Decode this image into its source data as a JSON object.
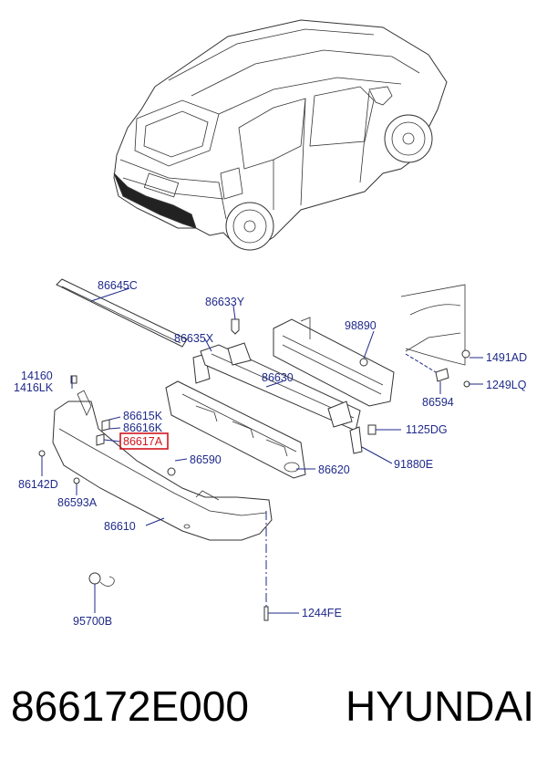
{
  "diagram": {
    "labels": [
      {
        "id": "l1",
        "text": "86645C"
      },
      {
        "id": "l2",
        "text": "86633Y"
      },
      {
        "id": "l3",
        "text": "98890"
      },
      {
        "id": "l4",
        "text": "86635X"
      },
      {
        "id": "l5",
        "text": "1491AD"
      },
      {
        "id": "l6",
        "text": "14160"
      },
      {
        "id": "l7",
        "text": "1416LK"
      },
      {
        "id": "l8",
        "text": "86630"
      },
      {
        "id": "l9",
        "text": "1249LQ"
      },
      {
        "id": "l10",
        "text": "86594"
      },
      {
        "id": "l11",
        "text": "86615K"
      },
      {
        "id": "l12",
        "text": "86616K"
      },
      {
        "id": "l13",
        "text": "86617A"
      },
      {
        "id": "l14",
        "text": "1125DG"
      },
      {
        "id": "l15",
        "text": "86590"
      },
      {
        "id": "l16",
        "text": "91880E"
      },
      {
        "id": "l17",
        "text": "86620"
      },
      {
        "id": "l18",
        "text": "86142D"
      },
      {
        "id": "l19",
        "text": "86593A"
      },
      {
        "id": "l20",
        "text": "86610"
      },
      {
        "id": "l21",
        "text": "1244FE"
      },
      {
        "id": "l22",
        "text": "95700B"
      }
    ],
    "highlighted": "86617A",
    "highlight_color": "#d0161e",
    "label_color": "#1f2a8a"
  },
  "footer": {
    "part_number": "866172E000",
    "brand": "HYUNDAI"
  }
}
